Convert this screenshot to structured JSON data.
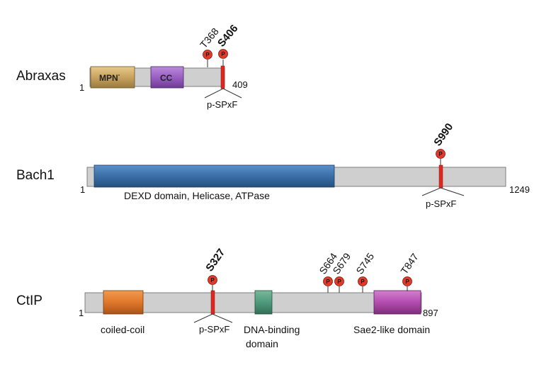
{
  "proteins": [
    {
      "name": "Abraxas",
      "start_label": "1",
      "end_label": "409",
      "domains": [
        {
          "label": "MPN",
          "superscript": "-",
          "color": "#c9a35f",
          "label_position": "inside"
        },
        {
          "label": "CC",
          "color": "#9b5fc4",
          "label_position": "inside"
        }
      ],
      "sites": [
        {
          "label": "T368",
          "bold": false
        },
        {
          "label": "S406",
          "bold": true
        }
      ],
      "motif": {
        "label": "p-SPxF"
      }
    },
    {
      "name": "Bach1",
      "start_label": "1",
      "end_label": "1249",
      "domains": [
        {
          "label": "DEXD domain, Helicase, ATPase",
          "color": "#3b6fa8",
          "label_position": "below"
        }
      ],
      "sites": [
        {
          "label": "S990",
          "bold": true
        }
      ],
      "motif": {
        "label": "p-SPxF"
      }
    },
    {
      "name": "CtIP",
      "start_label": "1",
      "end_label": "897",
      "domains": [
        {
          "label": "coiled-coil",
          "color": "#e0772a",
          "label_position": "below"
        },
        {
          "label": "DNA-binding domain",
          "label_lines": [
            "DNA-binding",
            "domain"
          ],
          "color": "#4f9a7c",
          "label_position": "below"
        },
        {
          "label": "Sae2-like domain",
          "color": "#b54cb0",
          "label_position": "below"
        }
      ],
      "sites": [
        {
          "label": "S327",
          "bold": true
        },
        {
          "label": "S664",
          "bold": false
        },
        {
          "label": "S679",
          "bold": false
        },
        {
          "label": "S745",
          "bold": false
        },
        {
          "label": "T847",
          "bold": false
        }
      ],
      "motif": {
        "label": "p-SPxF"
      }
    }
  ],
  "phospho_marker": {
    "letter": "P",
    "color": "#e03a2a"
  },
  "colors": {
    "backbone": "#cfcfcf",
    "site_line": "#e0261e"
  }
}
